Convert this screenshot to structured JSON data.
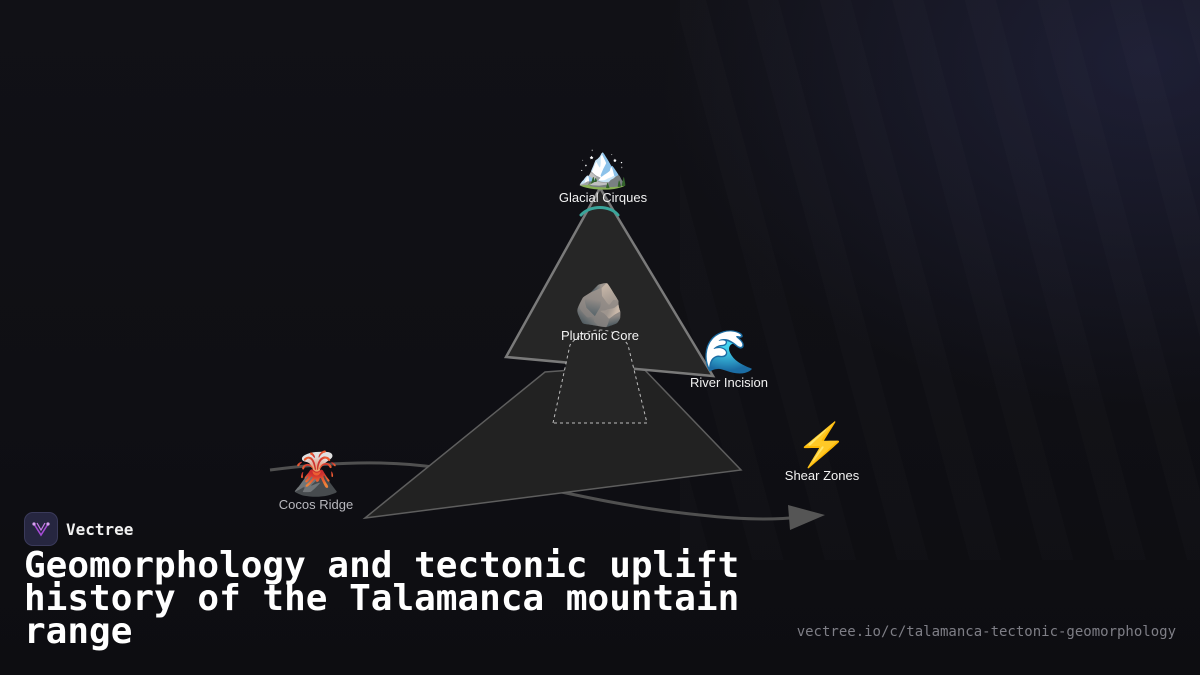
{
  "diagram": {
    "nodes": [
      {
        "id": "glacial",
        "label": "Glacial Cirques",
        "icon": "snow-capped-mountain-icon",
        "emoji": "🏔️"
      },
      {
        "id": "plutonic",
        "label": "Plutonic Core",
        "icon": "rock-icon",
        "emoji": "🪨"
      },
      {
        "id": "river",
        "label": "River Incision",
        "icon": "water-wave-icon",
        "emoji": "🌊"
      },
      {
        "id": "shear",
        "label": "Shear Zones",
        "icon": "lightning-bolt-icon",
        "emoji": "⚡"
      },
      {
        "id": "cocos",
        "label": "Cocos Ridge",
        "icon": "volcano-icon",
        "emoji": "🌋"
      }
    ],
    "colors": {
      "background": "#0f0f14",
      "mountain_fill": "#232323",
      "mountain_stroke": "#6e6e6e",
      "glacier_accent": "#3aa59a",
      "arrow": "#555555",
      "core_dashed": "#bbbbbb"
    }
  },
  "brand": {
    "name": "Vectree",
    "logo_icon": "vectree-logo-icon",
    "accent": "#a64bd6"
  },
  "title": "Geomorphology and tectonic uplift history of the Talamanca mountain range",
  "url": "vectree.io/c/talamanca-tectonic-geomorphology"
}
